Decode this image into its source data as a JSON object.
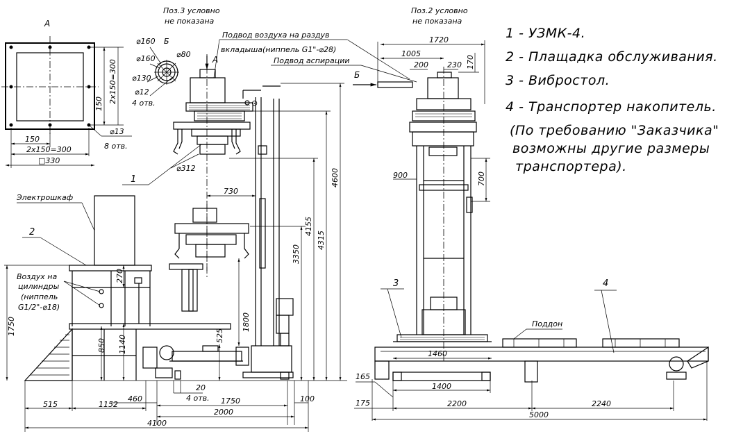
{
  "views": {
    "view_a": "А",
    "section_b": "Б",
    "pos3_note_line1": "Поз.3 условно",
    "pos3_note_line2": "не показана",
    "pos2_note_line1": "Поз.2 условно",
    "pos2_note_line2": "не показана"
  },
  "legend": {
    "item1": "1 -  УЗМК-4.",
    "item2": "2 -  Плащадка обслуживания.",
    "item3": "3 -  Вибростол.",
    "item4": "4 -  Транспортер накопитель.",
    "note_line1": "(По требованию \"Заказчика\"",
    "note_line2": "возможны другие размеры",
    "note_line3": "транспортера)."
  },
  "labels": {
    "air_supply_line1": "Подвод воздуха на раздув",
    "air_supply_line2": "вкладыша(ниппель G1\"-⌀28)",
    "aspiration": "Подвод аспирации",
    "cabinet": "Электрошкаф",
    "air_cyl_1": "Воздух на",
    "air_cyl_2": "цилиндры",
    "air_cyl_3": "(ниппель",
    "air_cyl_4": "G1/2\"-⌀18)",
    "pallet": "Поддон",
    "pos1": "1",
    "pos2": "2",
    "pos3": "3",
    "pos4": "4"
  },
  "flange": {
    "dim_2x150_v": "2x150=300",
    "dim_150_v": "150",
    "dim_150_h": "150",
    "dim_2x150_h": "2x150=300",
    "dim_330": "□330",
    "dim_d13": "⌀13",
    "dim_8holes": "8 отв."
  },
  "ring": {
    "d160a": "⌀160",
    "d160b": "⌀160",
    "d80": "⌀80",
    "d130": "⌀130",
    "d12": "⌀12",
    "holes4": "4 отв."
  },
  "dims_left": {
    "d312": "⌀312",
    "d730": "730",
    "d4600": "4600",
    "d4315": "4315",
    "d4155": "4155",
    "d3350": "3350",
    "d1800": "1800",
    "d1750": "1750",
    "d270": "270",
    "d850": "850",
    "d1140": "1140",
    "d525": "525",
    "d515": "515",
    "d1152": "1152",
    "d460": "460",
    "d20": "20",
    "d4holes": "4 отв.",
    "d1750b": "1750",
    "d2000": "2000",
    "d100": "100",
    "d4100": "4100"
  },
  "dims_right": {
    "d1720": "1720",
    "d1005": "1005",
    "d200": "200",
    "d230": "230",
    "d170": "170",
    "d900": "900",
    "d700": "700",
    "d1460": "1460",
    "d1400": "1400",
    "d165": "165",
    "d175": "175",
    "d2200": "2200",
    "d2240": "2240",
    "d5000": "5000"
  }
}
